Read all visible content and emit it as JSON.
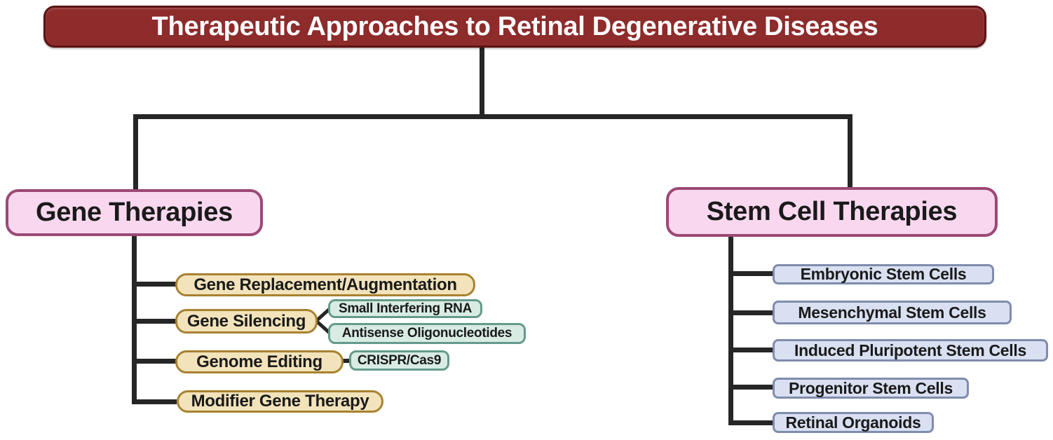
{
  "title": {
    "label": "Therapeutic Approaches to Retinal Degenerative Diseases"
  },
  "branches": {
    "gene": {
      "label": "Gene Therapies",
      "children": [
        {
          "label": "Gene Replacement/Augmentation",
          "subs": []
        },
        {
          "label": "Gene Silencing",
          "subs": [
            "Small Interfering RNA",
            "Antisense Oligonucleotides"
          ]
        },
        {
          "label": "Genome Editing",
          "subs": [
            "CRISPR/Cas9"
          ]
        },
        {
          "label": "Modifier Gene Therapy",
          "subs": []
        }
      ]
    },
    "stem": {
      "label": "Stem Cell Therapies",
      "children": [
        {
          "label": "Embryonic Stem Cells"
        },
        {
          "label": "Mesenchymal Stem Cells"
        },
        {
          "label": "Induced Pluripotent Stem Cells"
        },
        {
          "label": "Progenitor Stem Cells"
        },
        {
          "label": "Retinal Organoids"
        }
      ]
    }
  },
  "colors": {
    "canvas_bg": "#ffffff",
    "line": "#262626",
    "title_fill": "#8e2b2b",
    "title_border": "#5c1414",
    "title_text": "#ffffff",
    "branch_fill": "#f9d8ef",
    "branch_border": "#9c4876",
    "gene_item_fill": "#f2e3bb",
    "gene_item_border": "#a8822f",
    "sub_fill": "#d8ece4",
    "sub_border": "#649a8b",
    "stem_item_fill": "#d9e0f1",
    "stem_item_border": "#7f8cad",
    "node_text": "#1a1a1a"
  }
}
